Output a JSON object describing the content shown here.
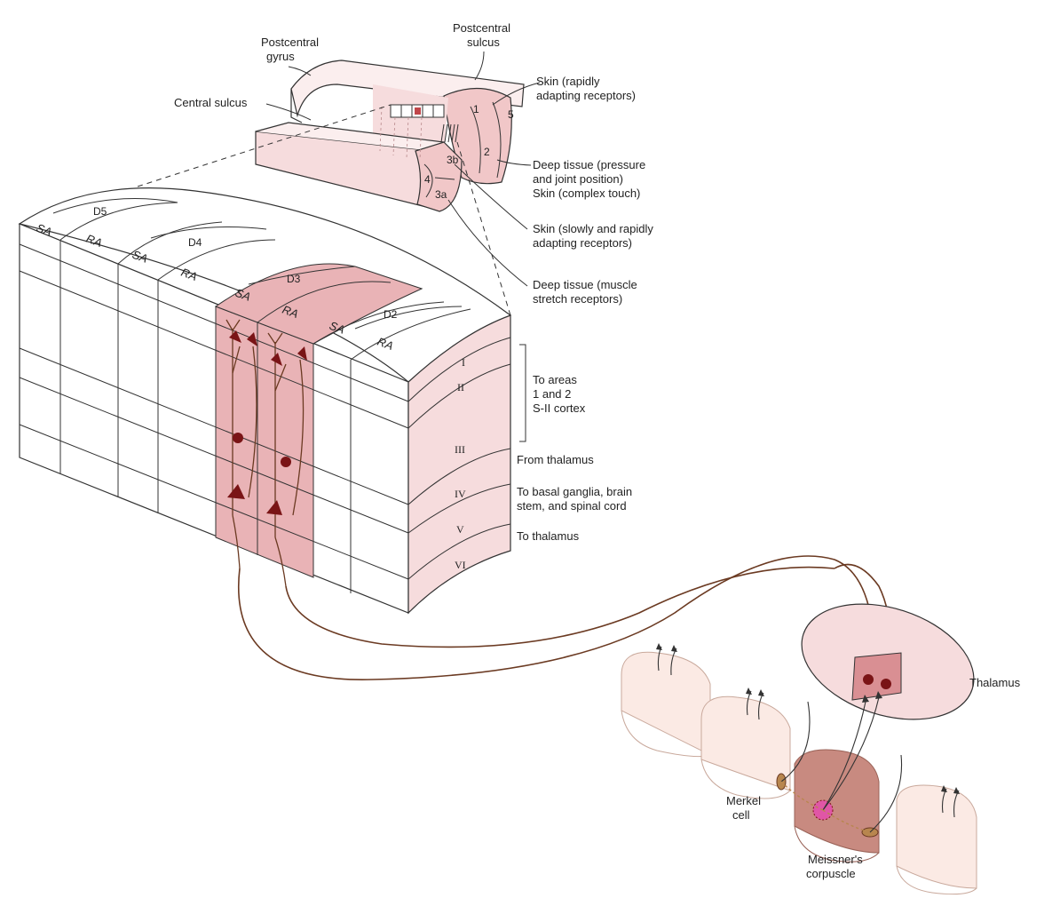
{
  "brain_labels": {
    "postcentral_gyrus": [
      "Postcentral",
      "gyrus"
    ],
    "postcentral_sulcus": [
      "Postcentral",
      "sulcus"
    ],
    "central_sulcus": "Central sulcus"
  },
  "area_numbers": [
    "1",
    "2",
    "3b",
    "3a",
    "4",
    "5"
  ],
  "receptor_labels": {
    "skin_rapid": [
      "Skin (rapidly",
      "adapting receptors)"
    ],
    "deep_pressure": [
      "Deep tissue (pressure",
      "and joint position)",
      "Skin (complex touch)"
    ],
    "skin_slow_rapid": [
      "Skin (slowly and rapidly",
      "adapting receptors)"
    ],
    "deep_muscle": [
      "Deep tissue (muscle",
      "stretch receptors)"
    ]
  },
  "digits": [
    "D5",
    "D4",
    "D3",
    "D2"
  ],
  "columns": [
    "SA",
    "RA",
    "SA",
    "RA",
    "SA",
    "RA",
    "SA",
    "RA"
  ],
  "layers": [
    "I",
    "II",
    "III",
    "IV",
    "V",
    "VI"
  ],
  "outputs": {
    "to_areas": [
      "To areas",
      "1 and 2",
      "S-II cortex"
    ],
    "from_thalamus": "From thalamus",
    "to_basal": [
      "To basal ganglia, brain",
      "stem, and spinal cord"
    ],
    "to_thalamus": "To thalamus"
  },
  "periphery": {
    "thalamus": "Thalamus",
    "merkel": [
      "Merkel",
      "cell"
    ],
    "meissner": [
      "Meissner's",
      "corpuscle"
    ]
  },
  "colors": {
    "highlight": "#e9b3b6",
    "highlight_light": "#f6dcdd",
    "nerve": "#6b3a22",
    "neuron": "#7a1416",
    "line": "#333333"
  }
}
